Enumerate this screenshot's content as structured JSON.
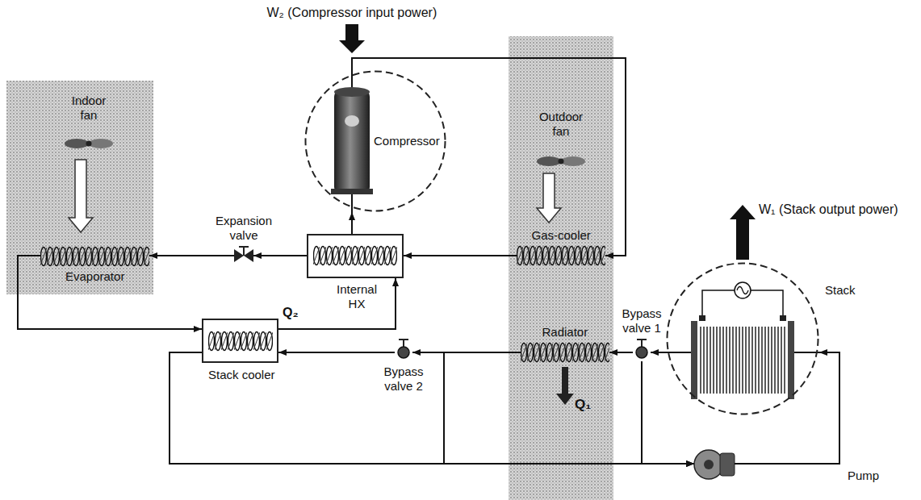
{
  "diagram": {
    "nodes": [
      {
        "text": [
          "Compressor"
        ]
      },
      {
        "text": [
          "Internal HX"
        ]
      },
      {
        "text": [
          "Gas-cooler"
        ]
      },
      {
        "text": [
          "Expansion valve"
        ]
      },
      {
        "text": [
          "Evaporator"
        ]
      },
      {
        "text": [
          "Stack cooler"
        ]
      },
      {
        "text": [
          "Bypass valve 2"
        ]
      },
      {
        "text": [
          "Radiator"
        ]
      },
      {
        "text": [
          "Bypass valve 1"
        ]
      },
      {
        "text": [
          "Stack"
        ]
      },
      {
        "text": [
          "Pump"
        ]
      }
    ],
    "edges": [
      {
        "from": 0,
        "to": 2,
        "arrow": "to"
      },
      {
        "from": 2,
        "to": 1,
        "arrow": "to"
      },
      {
        "from": 1,
        "to": 3,
        "arrow": "to"
      },
      {
        "from": 3,
        "to": 4,
        "arrow": "to"
      },
      {
        "from": 4,
        "to": 5,
        "arrow": "to"
      },
      {
        "from": 5,
        "to": 1,
        "arrow": "to"
      },
      {
        "from": 1,
        "to": 0,
        "arrow": "to"
      },
      {
        "from": 9,
        "to": 8,
        "arrow": "to"
      },
      {
        "from": 8,
        "to": 7,
        "arrow": "to"
      },
      {
        "from": 7,
        "to": 6,
        "arrow": "to"
      },
      {
        "from": 6,
        "to": 5,
        "arrow": "to"
      },
      {
        "from": 8,
        "to": 10,
        "arrow": "to"
      },
      {
        "from": 6,
        "to": 10,
        "arrow": "to"
      },
      {
        "from": 5,
        "to": 10,
        "arrow": "to"
      },
      {
        "from": 10,
        "to": 9,
        "arrow": "to"
      }
    ],
    "labels": [
      "W₂ (Compressor input power)",
      "Indoor fan",
      "Outdoor fan",
      "W₁ (Stack output power)",
      "Q₂",
      "Q₁"
    ]
  }
}
